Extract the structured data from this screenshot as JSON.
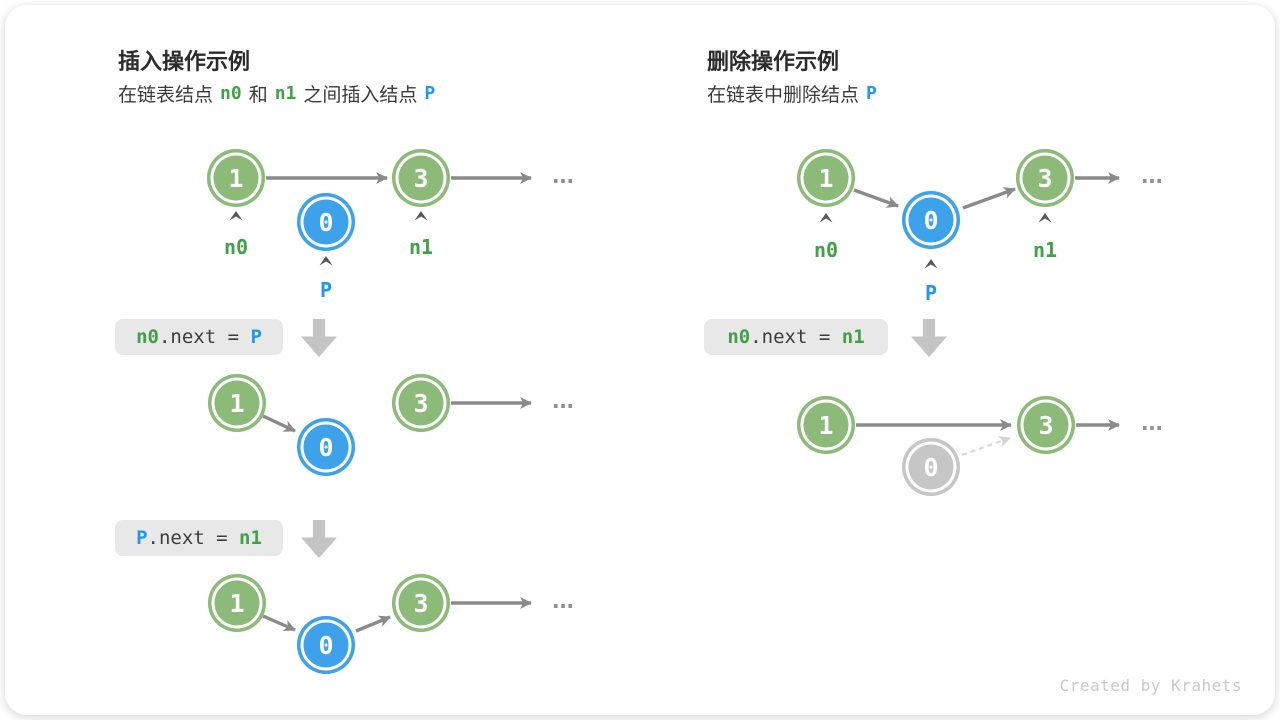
{
  "credit": "Created by Krahets",
  "ellipsis": "...",
  "node_values": {
    "one": "1",
    "three": "3",
    "zero": "0"
  },
  "pointer_labels": {
    "n0": "n0",
    "n1": "n1",
    "p": "P"
  },
  "insert": {
    "title": "插入操作示例",
    "subtitle": {
      "t1": "在链表结点",
      "n0": "n0",
      "t2": "和",
      "n1": "n1",
      "t3": "之间插入结点",
      "p": "P"
    },
    "code_step1": {
      "a": "n0",
      "b": ".next = ",
      "c": "P"
    },
    "code_step2": {
      "a": "P",
      "b": ".next = ",
      "c": "n1"
    }
  },
  "delete": {
    "title": "删除操作示例",
    "subtitle": {
      "t1": "在链表中删除结点",
      "p": "P"
    },
    "code_step1": {
      "a": "n0",
      "b": ".next = ",
      "c": "n1"
    }
  },
  "colors": {
    "node_green": "#8CBA78",
    "node_blue": "#3DA2EA",
    "node_gray": "#C6C6C6",
    "text_green": "#42A049",
    "text_blue": "#2196F3",
    "arrow_gray": "#8A8A8A",
    "dashed_gray": "#D8D8D8",
    "badge_bg": "#E8E8E8",
    "block_arrow": "#C4C4C4",
    "credit_gray": "#C9C9C9"
  }
}
